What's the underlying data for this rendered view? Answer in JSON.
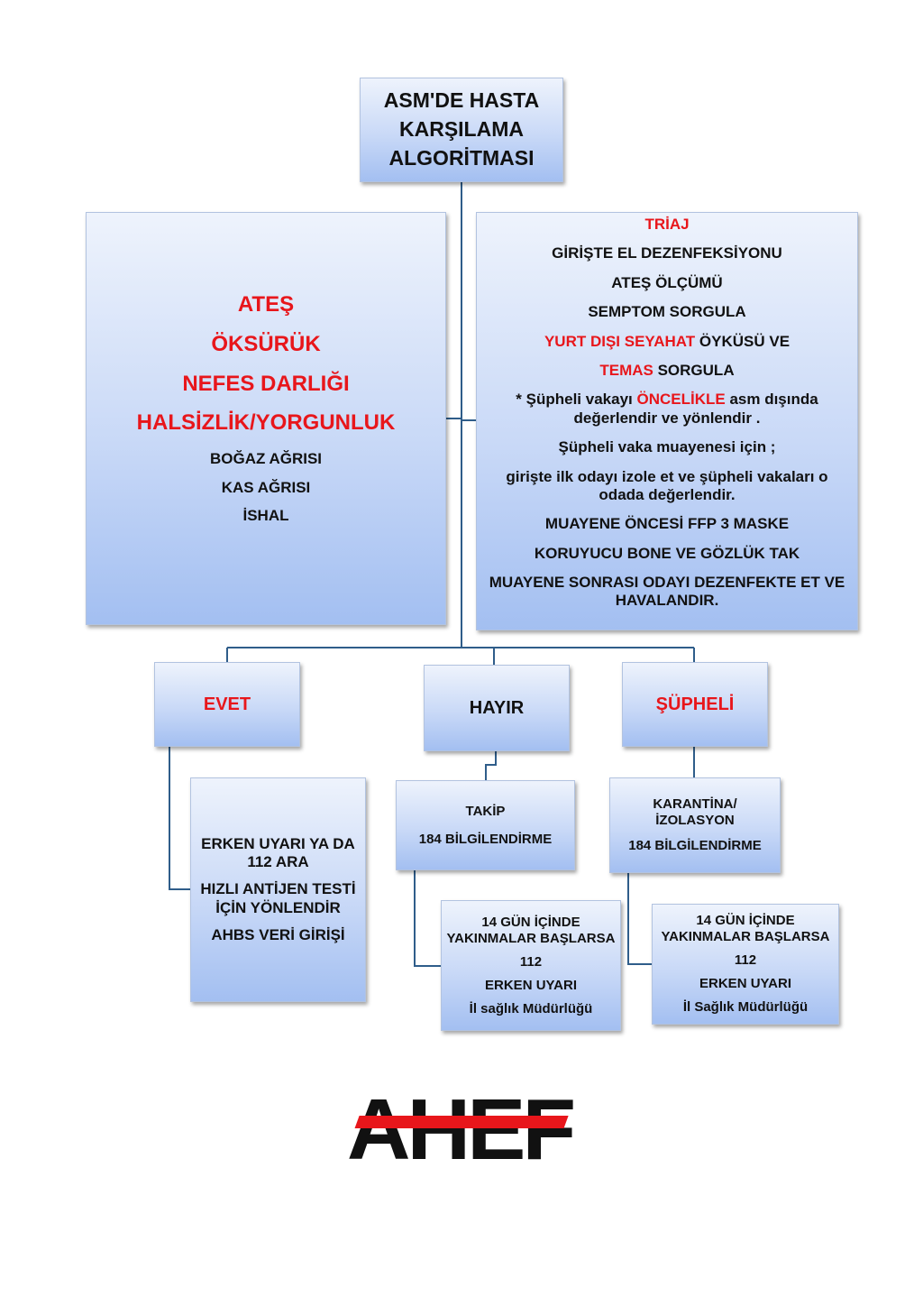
{
  "colors": {
    "highlight": "#e8161b",
    "connector": "#2f5d8a",
    "box_top": "#eef3fc",
    "box_bottom": "#a3bff1"
  },
  "title": {
    "line1": "ASM'DE HASTA",
    "line2": "KARŞILAMA",
    "line3": "ALGORİTMASI"
  },
  "symptoms": {
    "major": [
      "ATEŞ",
      "ÖKSÜRÜK",
      "NEFES DARLIĞI",
      "HALSİZLİK/YORGUNLUK"
    ],
    "minor": [
      "BOĞAZ AĞRISI",
      "KAS AĞRISI",
      "İSHAL"
    ]
  },
  "triage": {
    "heading": "TRİAJ",
    "hand_disinfection": "GİRİŞTE EL DEZENFEKSİYONU",
    "fever_measure": "ATEŞ ÖLÇÜMÜ",
    "symptom_query": "SEMPTOM SORGULA",
    "travel_red": "YURT DIŞI SEYAHAT",
    "travel_rest": " ÖYKÜSÜ VE",
    "contact_red": "TEMAS",
    "contact_rest": " SORGULA",
    "suspect_pre": "* Şüpheli vakayı ",
    "suspect_red": "ÖNCELİKLE",
    "suspect_post": "  asm dışında değerlendir ve yönlendir .",
    "exam_note": "Şüpheli vaka muayenesi için  ;",
    "isolate_note": "girişte ilk odayı izole et ve şüpheli vakaları o odada değerlendir.",
    "mask": "MUAYENE ÖNCESİ FFP 3 MASKE",
    "protective": "KORUYUCU BONE VE GÖZLÜK TAK",
    "after_exam": "MUAYENE SONRASI ODAYI DEZENFEKTE ET VE HAVALANDIR."
  },
  "branches": {
    "evet": "EVET",
    "hayir": "HAYIR",
    "supheli": "ŞÜPHELİ"
  },
  "evet_action": {
    "line1": "ERKEN UYARI YA DA 112 ARA",
    "line2": "HIZLI ANTİJEN TESTİ İÇİN YÖNLENDİR",
    "line3": "AHBS VERİ GİRİŞİ"
  },
  "hayir_action": {
    "line1": "TAKİP",
    "line2": "184 BİLGİLENDİRME"
  },
  "supheli_action": {
    "line1": "KARANTİNA/ İZOLASYON",
    "line2": "184 BİLGİLENDİRME"
  },
  "hayir_followup": {
    "line1": "14 GÜN İÇİNDE YAKINMALAR BAŞLARSA",
    "line2": "112",
    "line3": "ERKEN UYARI",
    "line4": "İl sağlık Müdürlüğü"
  },
  "supheli_followup": {
    "line1": "14 GÜN İÇİNDE YAKINMALAR BAŞLARSA",
    "line2": "112",
    "line3": "ERKEN UYARI",
    "line4": "İl Sağlık Müdürlüğü"
  },
  "logo": {
    "text": "AHEF"
  }
}
